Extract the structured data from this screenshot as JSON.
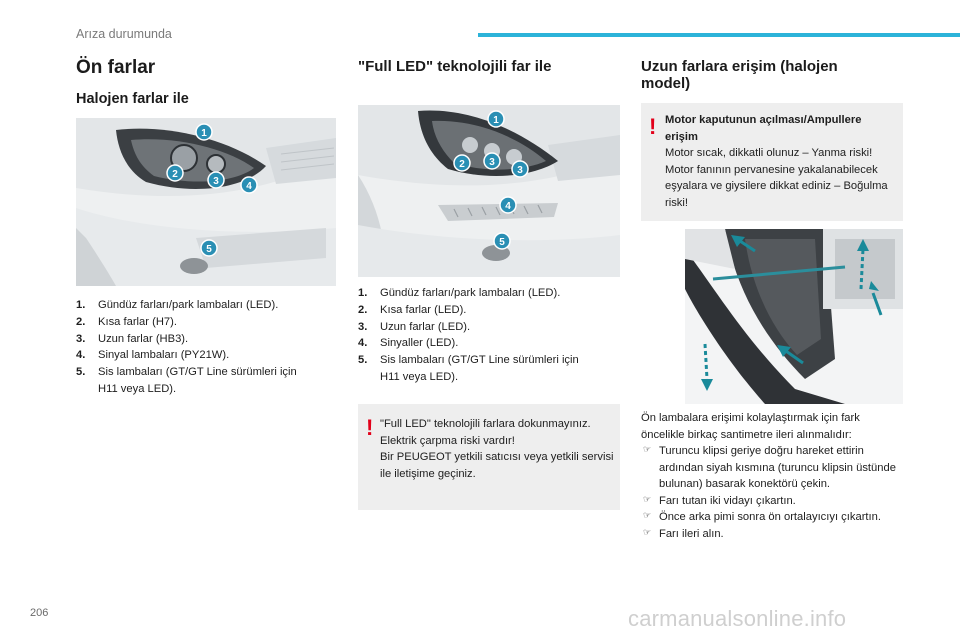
{
  "header": {
    "section": "Arıza durumunda",
    "page_number": "206",
    "accent_color": "#2cb3d9"
  },
  "watermark": "carmanualsonline.info",
  "col1": {
    "title": "Ön farlar",
    "subtitle": "Halojen farlar ile",
    "items": [
      {
        "num": "1.",
        "text": "Gündüz farları/park lambaları (LED)."
      },
      {
        "num": "2.",
        "text": "Kısa farlar (H7)."
      },
      {
        "num": "3.",
        "text": "Uzun farlar (HB3)."
      },
      {
        "num": "4.",
        "text": "Sinyal lambaları (PY21W)."
      },
      {
        "num": "5.",
        "text": "Sis lambaları (GT/GT Line sürümleri için H11 veya LED)."
      }
    ],
    "badges": [
      "1",
      "2",
      "3",
      "4",
      "5"
    ]
  },
  "col2": {
    "title": "\"Full LED\" teknolojili far ile",
    "items": [
      {
        "num": "1.",
        "text": "Gündüz farları/park lambaları (LED)."
      },
      {
        "num": "2.",
        "text": "Kısa farlar (LED)."
      },
      {
        "num": "3.",
        "text": "Uzun farlar (LED)."
      },
      {
        "num": "4.",
        "text": "Sinyaller (LED)."
      },
      {
        "num": "5.",
        "text": "Sis lambaları (GT/GT Line sürümleri için H11 veya LED)."
      }
    ],
    "badges": [
      "1",
      "2",
      "3",
      "3",
      "4",
      "5"
    ],
    "warning": {
      "line1": "\"Full LED\" teknolojili farlara dokunmayınız.",
      "line2": "Elektrik çarpma riski vardır!",
      "line3": "Bir PEUGEOT yetkili satıcısı veya yetkili servisi ile iletişime geçiniz."
    }
  },
  "col3": {
    "title": "Uzun farlara erişim (halojen model)",
    "warning": {
      "heading": "Motor kaputunun açılması/Ampullere erişim",
      "line1": "Motor sıcak, dikkatli olunuz – Yanma riski!",
      "line2": "Motor fanının pervanesine yakalanabilecek eşyalara ve giysilere dikkat ediniz – Boğulma riski!"
    },
    "intro": "Ön lambalara erişimi kolaylaştırmak için fark öncelikle birkaç santimetre ileri alınmalıdır:",
    "steps": [
      "Turuncu klipsi geriye doğru hareket ettirin ardından siyah kısmına (turuncu klipsin üstünde bulunan) basarak konektörü çekin.",
      "Farı tutan iki vidayı çıkartın.",
      "Önce arka pimi sonra ön ortalayıcıyı çıkartın.",
      "Farı ileri alın."
    ]
  },
  "icons": {
    "warning": "warning-exclamation-icon",
    "bullet": "arrow-bullet-icon"
  },
  "colors": {
    "badge": "#2a8fb4",
    "warning_mark": "#e2001a",
    "arrow": "#1a8a9a"
  }
}
